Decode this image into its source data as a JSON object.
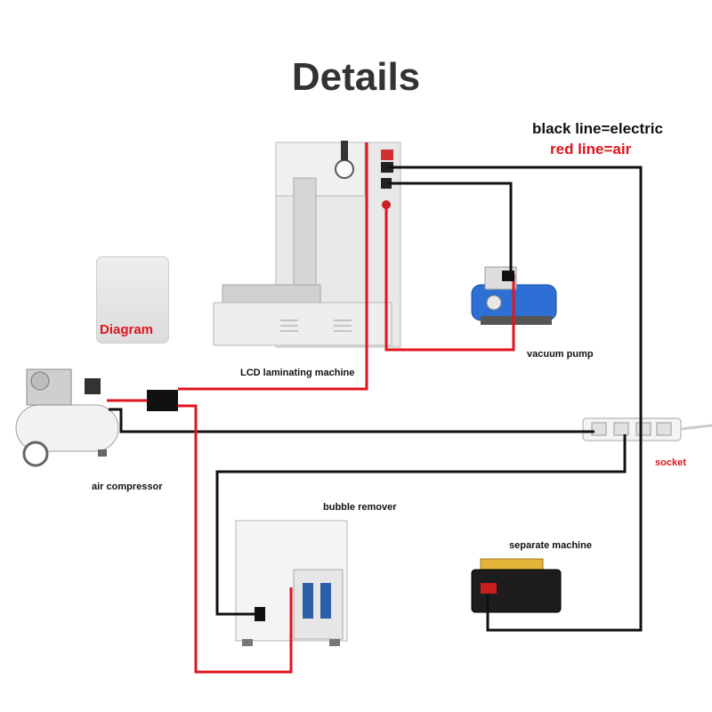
{
  "title": "Details",
  "legend": {
    "black": "black line=electric",
    "red": "red line=air"
  },
  "card": {
    "label": "Diagram"
  },
  "labels": {
    "lcd": "LCD laminating machine",
    "vacuum": "vacuum pump",
    "compressor": "air compressor",
    "bubble": "bubble remover",
    "separate": "separate machine",
    "socket": "socket"
  },
  "colors": {
    "electric": "#111111",
    "air": "#e0141e"
  }
}
